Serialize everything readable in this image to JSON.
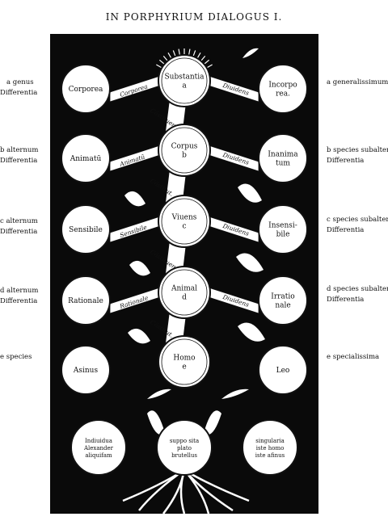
{
  "title": "IN PORPHYRIUM DIALOGUS I.",
  "left_notes": [
    [
      "a  genus",
      "Differentia"
    ],
    [
      "b  alternum",
      "Differentia"
    ],
    [
      "c  alternum",
      "Differentia"
    ],
    [
      "d  alternum",
      "Differentia"
    ],
    [
      "e  species"
    ]
  ],
  "right_notes": [
    [
      "a  generalissimum"
    ],
    [
      "b  species subalternum",
      "Differentia"
    ],
    [
      "c  species subalternum",
      "Differentia"
    ],
    [
      "d  species subalternum",
      "Differentia"
    ],
    [
      "e  specialissima"
    ]
  ],
  "tree": {
    "trunk": [
      [
        "Substantia",
        "a"
      ],
      [
        "Corpus",
        "b"
      ],
      [
        "Viuens",
        "c"
      ],
      [
        "Animal",
        "d"
      ],
      [
        "Homo",
        "e"
      ]
    ],
    "left": [
      [
        "Corporea"
      ],
      [
        "Animatū"
      ],
      [
        "Sensibile"
      ],
      [
        "Rationale"
      ],
      [
        "Asinus"
      ]
    ],
    "right": [
      [
        "Incorpo",
        "rea."
      ],
      [
        "Inanima",
        "tum"
      ],
      [
        "Insensi-",
        "bile"
      ],
      [
        "Irratio",
        "nale"
      ],
      [
        "Leo"
      ]
    ],
    "bottom": [
      [
        "Indiuidua",
        "Alexander",
        "aliquifam"
      ],
      [
        "suppo sita",
        "plato",
        "brutellus"
      ],
      [
        "singularia",
        "iste homo",
        "iste afinus"
      ]
    ],
    "band_left": [
      "Corporea",
      "Animatū",
      "Sensibile",
      "Rationale"
    ],
    "band_right": [
      "Diuidens",
      "Diuidens",
      "Diuidens",
      "Diuidens"
    ],
    "band_diag": [
      "Cōstituens",
      "Cōstitut.",
      "Cōstituens",
      "Cōstitut."
    ]
  },
  "colors": {
    "panel": "#0a0a0a",
    "node_fill": "#ffffff",
    "ink": "#111111"
  }
}
